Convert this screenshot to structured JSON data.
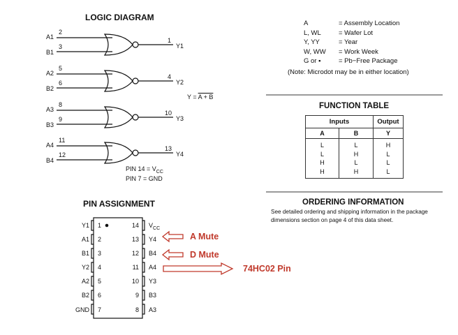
{
  "logic": {
    "title": "LOGIC DIAGRAM",
    "gates": [
      {
        "a": "A1",
        "b": "B1",
        "y": "Y1",
        "pa": "2",
        "pb": "3",
        "py": "1"
      },
      {
        "a": "A2",
        "b": "B2",
        "y": "Y2",
        "pa": "5",
        "pb": "6",
        "py": "4"
      },
      {
        "a": "A3",
        "b": "B3",
        "y": "Y3",
        "pa": "8",
        "pb": "9",
        "py": "10"
      },
      {
        "a": "A4",
        "b": "B4",
        "y": "Y4",
        "pa": "11",
        "pb": "12",
        "py": "13"
      }
    ],
    "eq_prefix": "Y = ",
    "eq_over": "A + B",
    "pin14_text": "PIN 14 = V",
    "pin14_sub": "CC",
    "pin7_text": "PIN 7 = GND"
  },
  "legend": {
    "items": [
      {
        "key": "A",
        "value": "= Assembly Location"
      },
      {
        "key": "L, WL",
        "value": "= Wafer Lot"
      },
      {
        "key": "Y, YY",
        "value": "= Year"
      },
      {
        "key": "W, WW",
        "value": "= Work Week"
      },
      {
        "key": "G or ▪",
        "value": "= Pb−Free Package"
      }
    ],
    "note": "(Note: Microdot may be in either location)"
  },
  "function_table": {
    "title": "FUNCTION TABLE",
    "inputs_header": "Inputs",
    "output_header": "Output",
    "cols": [
      "A",
      "B",
      "Y"
    ],
    "a_values": [
      "L",
      "L",
      "H",
      "H"
    ],
    "b_values": [
      "L",
      "H",
      "L",
      "H"
    ],
    "y_values": [
      "H",
      "L",
      "L",
      "L"
    ]
  },
  "ordering": {
    "title": "ORDERING INFORMATION",
    "line1": "See detailed ordering and shipping information in the package",
    "line2": "dimensions section on page 4 of this data sheet."
  },
  "pins": {
    "title": "PIN ASSIGNMENT",
    "left": [
      {
        "num": "1",
        "label": "Y1"
      },
      {
        "num": "2",
        "label": "A1"
      },
      {
        "num": "3",
        "label": "B1"
      },
      {
        "num": "4",
        "label": "Y2"
      },
      {
        "num": "5",
        "label": "A2"
      },
      {
        "num": "6",
        "label": "B2"
      },
      {
        "num": "7",
        "label": "GND"
      }
    ],
    "right": [
      {
        "num": "14",
        "label": "V",
        "sub": "CC"
      },
      {
        "num": "13",
        "label": "Y4"
      },
      {
        "num": "12",
        "label": "B4"
      },
      {
        "num": "11",
        "label": "A4"
      },
      {
        "num": "10",
        "label": "Y3"
      },
      {
        "num": "9",
        "label": "B3"
      },
      {
        "num": "8",
        "label": "A3"
      }
    ]
  },
  "annotations": {
    "a_mute": "A Mute",
    "d_mute": "D Mute",
    "hc_pin": "74HC02 Pin",
    "color": "#c0392b"
  }
}
